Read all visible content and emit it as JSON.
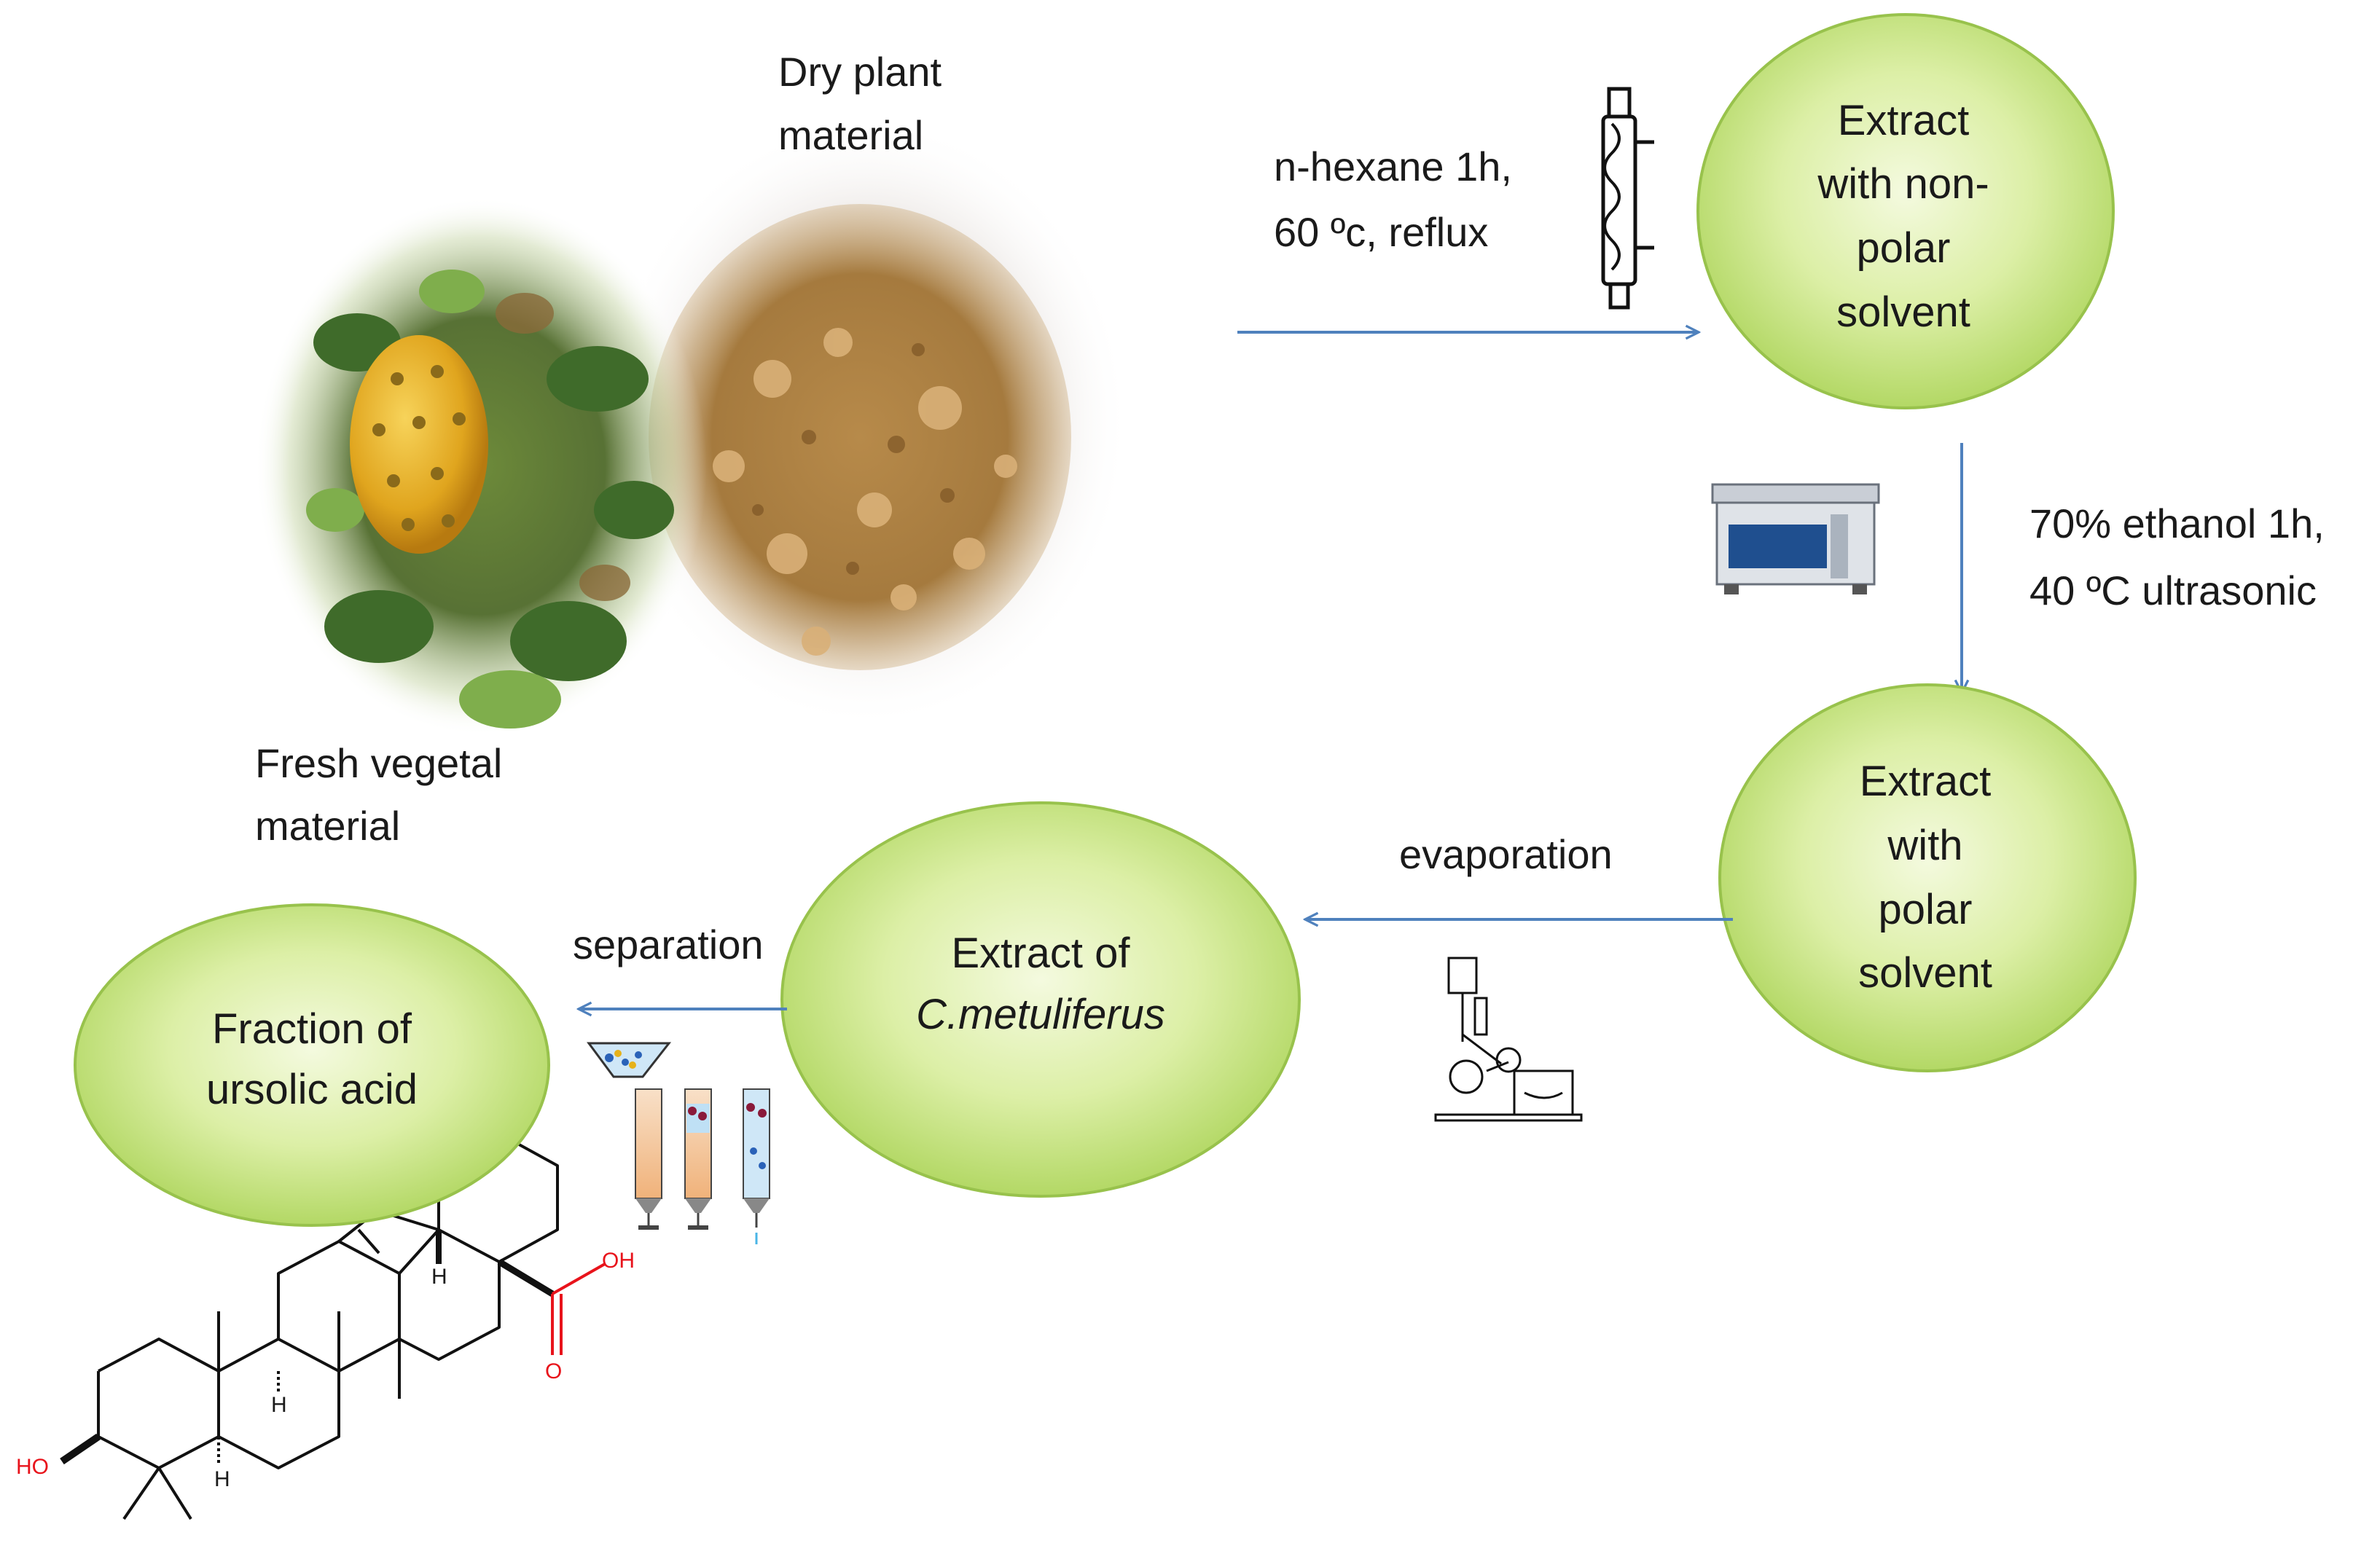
{
  "labels": {
    "dry_plant_line1": "Dry plant",
    "dry_plant_line2": "material",
    "fresh_line1": "Fresh vegetal",
    "fresh_line2": "material",
    "step1_line1": "n-hexane  1h,",
    "step1_line2": "60 ºc, reflux",
    "step2_line1": "70% ethanol  1h,",
    "step2_line2": "40 ºC ultrasonic",
    "step3": "evaporation",
    "step4": "separation"
  },
  "nodes": {
    "nonpolar": [
      "Extract",
      "with non-",
      "polar",
      "solvent"
    ],
    "polar": [
      "Extract",
      "with",
      "polar",
      "solvent"
    ],
    "cmet_line1": "Extract of",
    "cmet_line2": "C.metuliferus",
    "ursolic_line1": "Fraction of",
    "ursolic_line2": "ursolic acid"
  },
  "molecule": {
    "ho": "HO",
    "oh": "OH",
    "o": "O",
    "h": "H"
  },
  "colors": {
    "arrow": "#4f81bd",
    "node_fill_light": "#f2f9d8",
    "node_fill_dark": "#b7dc6a",
    "node_stroke": "#98c24c",
    "heteroatom": "#e8131b"
  }
}
